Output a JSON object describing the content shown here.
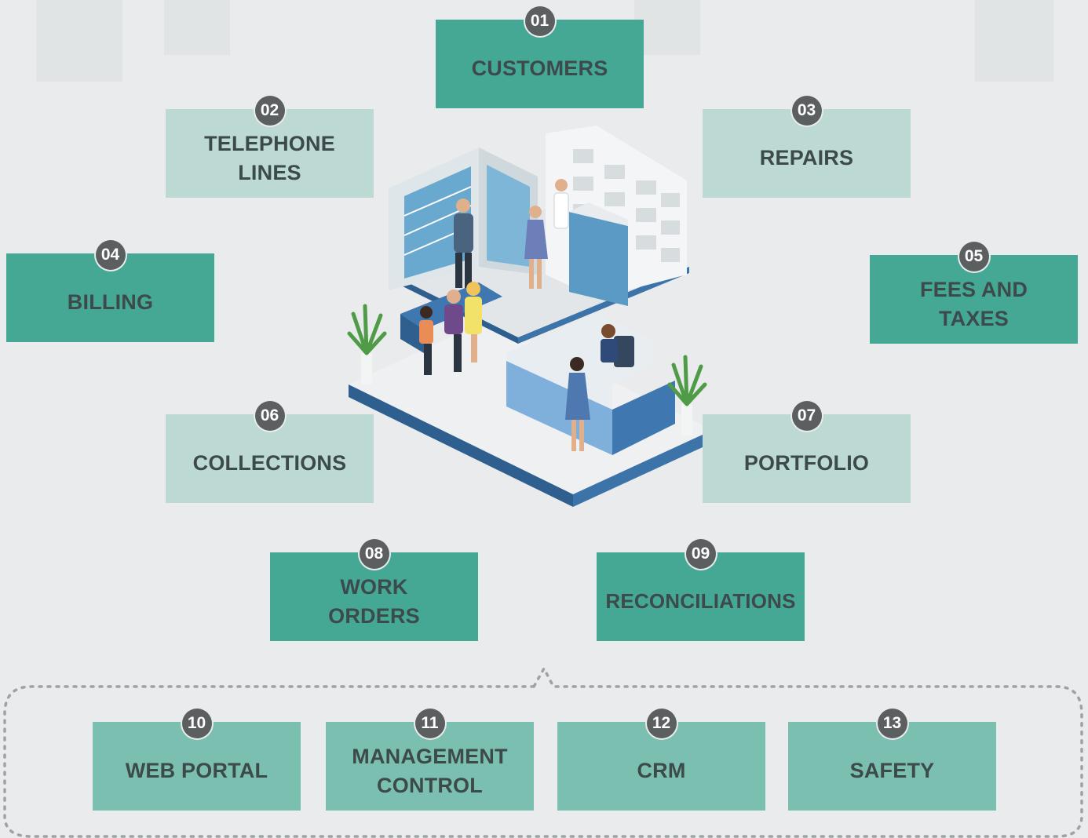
{
  "modules": [
    {
      "number": "01",
      "label": "CUSTOMERS"
    },
    {
      "number": "02",
      "label": "TELEPHONE LINES"
    },
    {
      "number": "03",
      "label": "REPAIRS"
    },
    {
      "number": "04",
      "label": "BILLING"
    },
    {
      "number": "05",
      "label": "FEES AND TAXES"
    },
    {
      "number": "06",
      "label": "COLLECTIONS"
    },
    {
      "number": "07",
      "label": "PORTFOLIO"
    },
    {
      "number": "08",
      "label": "WORK ORDERS"
    },
    {
      "number": "09",
      "label": "RECONCILIATIONS"
    }
  ],
  "group_modules": [
    {
      "number": "10",
      "label": "WEB PORTAL"
    },
    {
      "number": "11",
      "label": "MANAGEMENT CONTROL"
    },
    {
      "number": "12",
      "label": "CRM"
    },
    {
      "number": "13",
      "label": "SAFETY"
    }
  ],
  "colors": {
    "background": "#e9ebec",
    "module_dark": "#45a895",
    "module_light": "#bcd9d3",
    "module_group": "#7bbfb1",
    "badge": "#5c5f60",
    "text": "#3d4a4c",
    "floor_edge": "#2f5f8f"
  },
  "illustration": {
    "subject": "isometric pharmacy reception scene",
    "icon": "pharmacy-office-illustration"
  }
}
